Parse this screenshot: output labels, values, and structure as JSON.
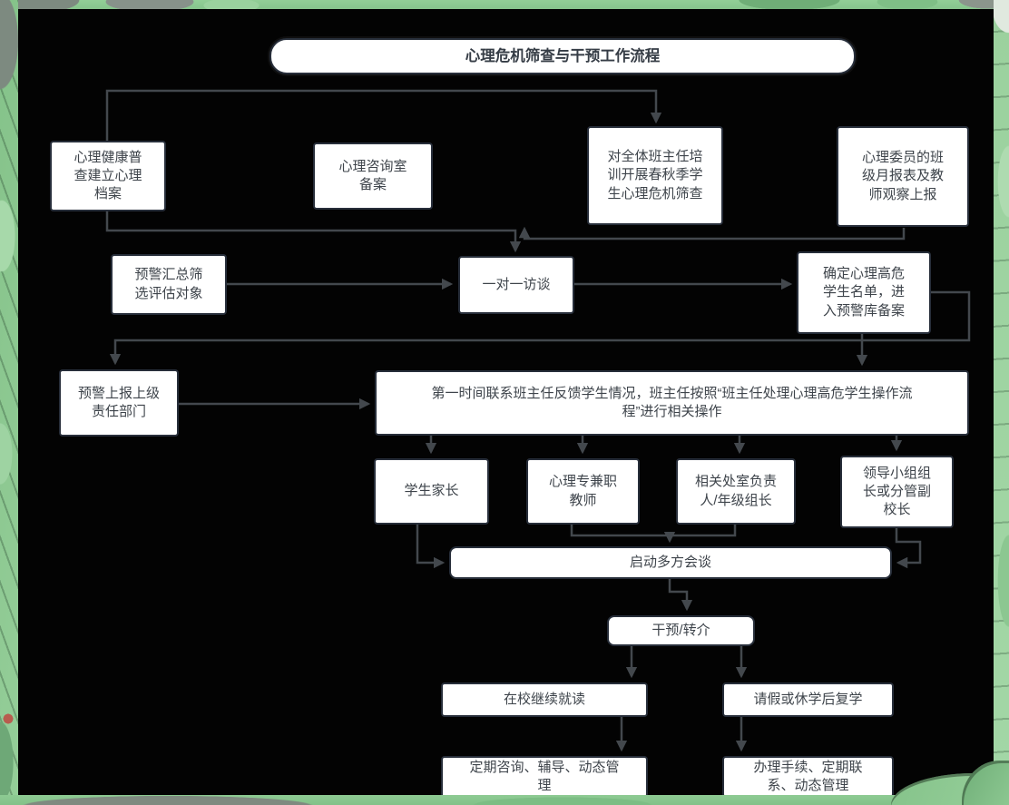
{
  "diagram": {
    "title": "心理危机筛查与干预工作流程",
    "nodes": {
      "survey": "心理健康普\n查建立心理\n档案",
      "counseling_room": "心理咨询室\n备案",
      "training": "对全体班主任培\n训开展春秋季学\n生心理危机筛查",
      "monthly_report": "心理委员的班\n级月报表及教\n师观察上报",
      "screening": "预警汇总筛\n选评估对象",
      "interview": "一对一访谈",
      "risk_list": "确定心理高危\n学生名单，进\n入预警库备案",
      "report_up": "预警上报上级\n责任部门",
      "notify_teacher": "第一时间联系班主任反馈学生情况，班主任按照“班主任处理心理高危学生操作流\n程”进行相关操作",
      "parents": "学生家长",
      "psych_teacher": "心理专兼职\n教师",
      "dept_head": "相关处室负责\n人/年级组长",
      "leader": "领导小组组\n长或分管副\n校长",
      "meeting": "启动多方会谈",
      "intervention": "干预/转介",
      "stay": "在校继续就读",
      "leave": "请假或休学后复学",
      "stay_followup": "定期咨询、辅导、动态管\n理",
      "leave_followup": "办理手续、定期联\n系、动态管理"
    },
    "colors": {
      "background": "#000000",
      "node_fill": "#ffffff",
      "node_border": "#272e3a",
      "connector": "#43484d",
      "text": "#3e444b",
      "frame_green": "#8fcd94",
      "frame_gray": "#7d8a80",
      "frame_red_accent": "#b85c4e"
    }
  }
}
